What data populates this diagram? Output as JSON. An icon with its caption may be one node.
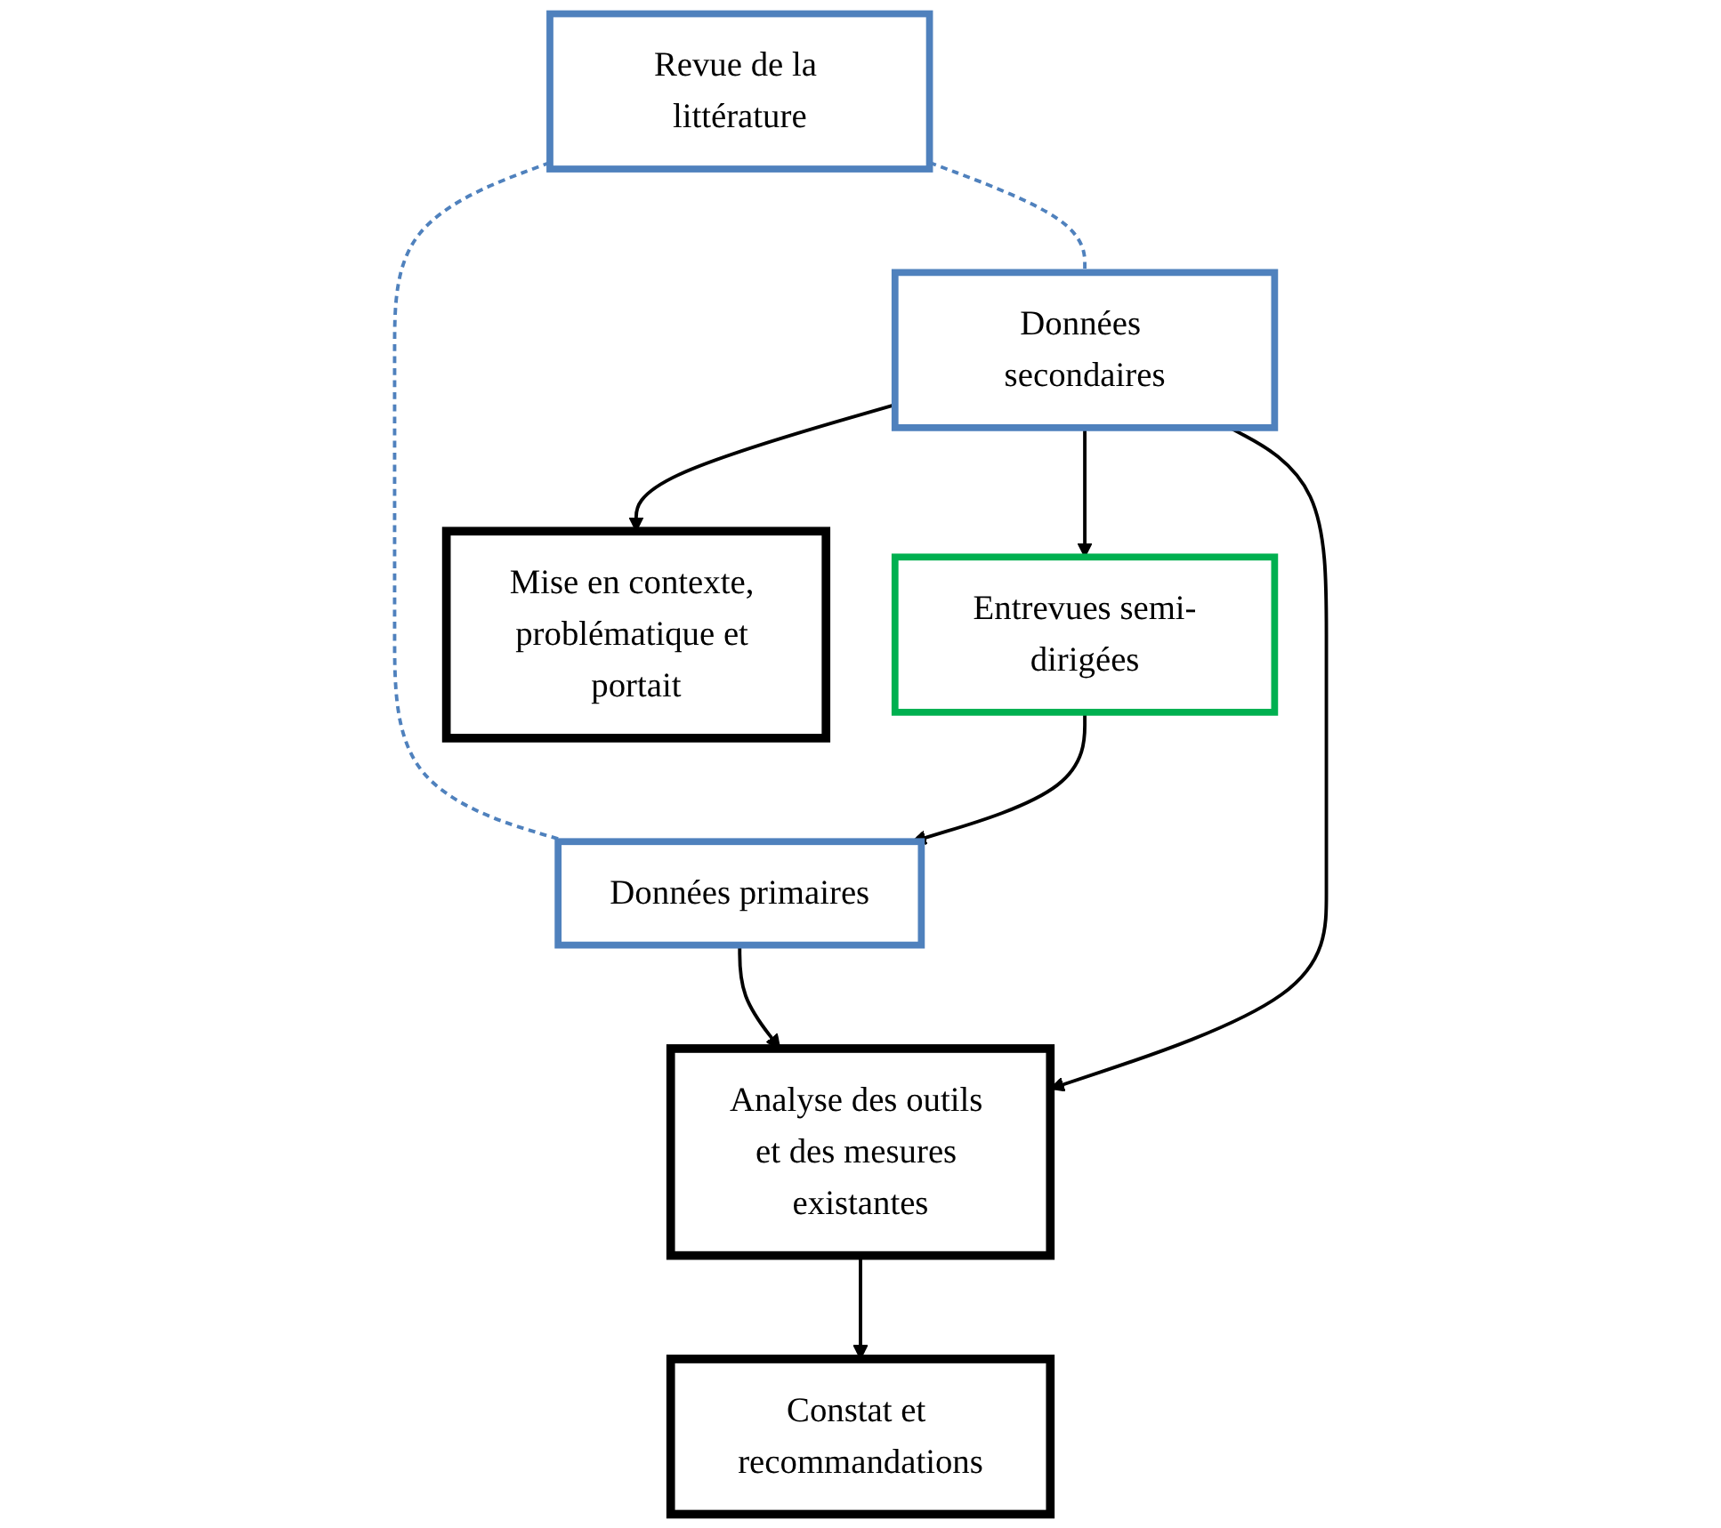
{
  "diagram": {
    "nodes": [
      {
        "text": [
          "Revue de la littérature"
        ]
      },
      {
        "text": [
          "Données primaires"
        ]
      },
      {
        "text": [
          "Données secondaires"
        ]
      },
      {
        "text": [
          "Entrevues semi-dirigées"
        ]
      },
      {
        "text": [
          "Analyse des outils et des mesures existantes"
        ]
      },
      {
        "text": [
          "Mise en contexte, problématique et portait"
        ]
      },
      {
        "text": [
          "Constat et recommandations"
        ]
      }
    ],
    "edges": [
      {
        "from": 0,
        "to": 1,
        "arrow": "none",
        "style": "dashed",
        "color": "#4f81bd"
      },
      {
        "from": 0,
        "to": 2,
        "arrow": "none",
        "style": "dashed",
        "color": "#4f81bd"
      },
      {
        "from": 1,
        "to": 4,
        "arrow": "to"
      },
      {
        "from": 3,
        "to": 1,
        "arrow": "to"
      },
      {
        "from": 2,
        "to": 3,
        "arrow": "to"
      },
      {
        "from": 2,
        "to": 4,
        "arrow": "to"
      },
      {
        "from": 2,
        "to": 5,
        "arrow": "to"
      },
      {
        "from": 4,
        "to": 6,
        "arrow": "to"
      }
    ]
  }
}
